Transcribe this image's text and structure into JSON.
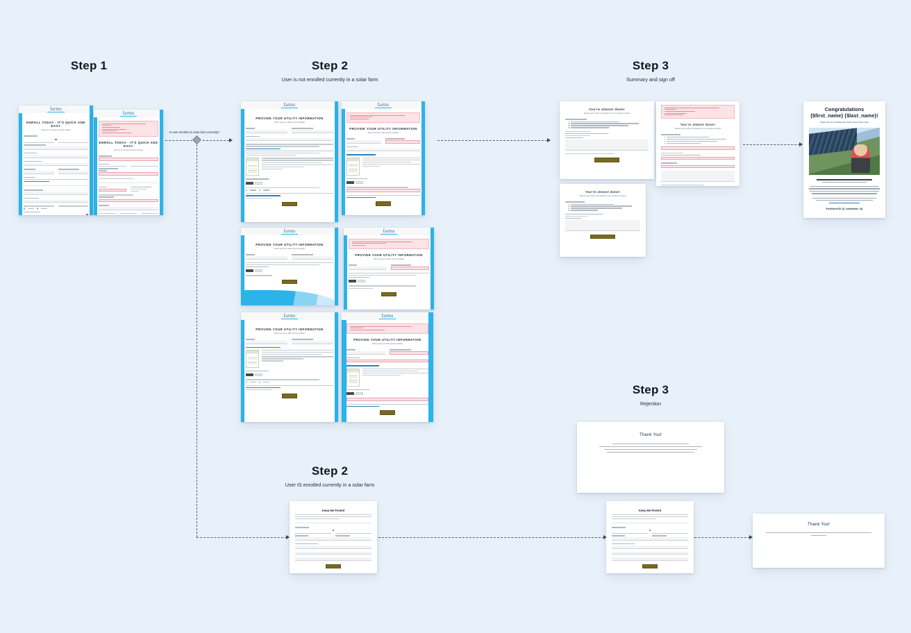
{
  "canvas": {
    "background": "#e8f0f9",
    "accent_blue": "#2bb3ea",
    "alert_bg": "#fbe3e6",
    "button_gold": "#7a6a1f",
    "link_blue": "#2d7fb8"
  },
  "sections": [
    {
      "id": "step1",
      "title": "Step 1",
      "subtitle": ""
    },
    {
      "id": "step2-not-enrolled",
      "title": "Step 2",
      "subtitle": "User is not enrolled currently in a solar farm"
    },
    {
      "id": "step3-summary",
      "title": "Step 3",
      "subtitle": "Summary and sign off"
    },
    {
      "id": "step3-rejection",
      "title": "Step 3",
      "subtitle": "Rejection"
    },
    {
      "id": "step2-enrolled",
      "title": "Step 2",
      "subtitle": "User IS enrolled currently in a solar farm"
    }
  ],
  "decision": {
    "label": "Is user enrolled in solar farm currently?"
  },
  "brand": {
    "logo_text": "farms"
  },
  "screens": {
    "enroll": {
      "title": "ENROLL TODAY - IT'S QUICK AND EASY",
      "subtitle": "Sign up in minutes and start saving"
    },
    "utility": {
      "title": "PROVIDE YOUR UTILITY INFORMATION",
      "subtitle": "We'll need your utility account details",
      "field_labels": [
        "Utility*",
        "Utility Account Number*",
        "Region*"
      ]
    },
    "summary": {
      "title": "You're almost done!",
      "subtitle": "Review and confirm the details of your enrollment below",
      "list_intro": "Here's what we have:",
      "question": "I acknowledge my utility provider will not change.*",
      "signature_label": "Signature*",
      "submit_label": "Complete Enrollment"
    },
    "keep_me_posted": {
      "title": "Keep Me Posted",
      "subtitle": "You are currently enrolled in a solar farm. Leave your details and we will contact you when a spot becomes available in your area."
    },
    "congratulations": {
      "heading": "Congratulations {$first_name} {$last_name}!",
      "subheading": "Thank you for enrolling with Solar Farms New York.",
      "footer": "Enrollment ID: {$_submission_id}"
    },
    "thank_you_rejection": {
      "heading": "Thank You!",
      "lines": [
        "We appreciate your interest in Solar Farms New York and commitment to clean energy.",
        "Due to current eligibility and state requirements we are not able to enroll National Grid customers at this time.",
        "We'll retain your information and reach out to you once a spot becomes available on our solar farm.",
        "If you have any questions, or believe you've reached this page in error, please call (877) 425-4857."
      ]
    },
    "thank_you_submitted": {
      "heading": "Thank You!",
      "lines": [
        "The form was submitted successfully. We'll contact you at the email or phone number provided as soon as there's a chance in your area."
      ]
    }
  },
  "buttons": {
    "submit_label": "Submit",
    "next_label": "Next"
  }
}
